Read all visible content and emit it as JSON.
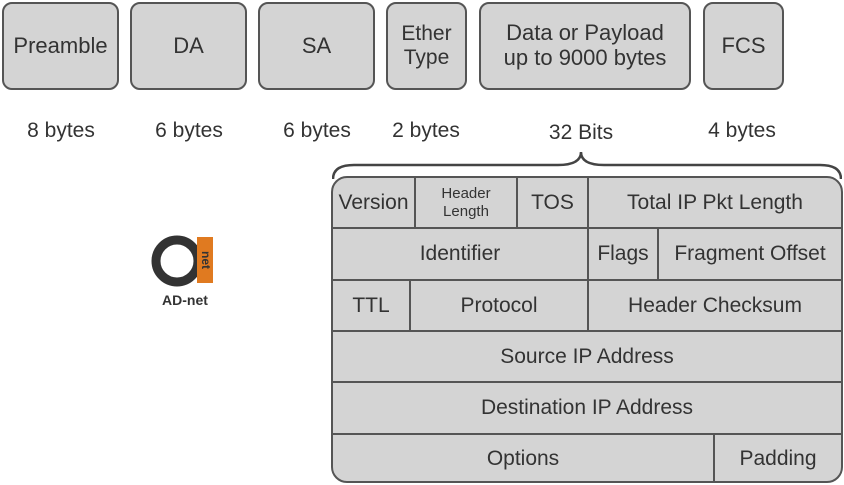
{
  "frame": {
    "fields": [
      {
        "label": "Preamble",
        "size": "8 bytes"
      },
      {
        "label": "DA",
        "size": "6 bytes"
      },
      {
        "label": "SA",
        "size": "6 bytes"
      },
      {
        "label_line1": "Ether",
        "label_line2": "Type",
        "size": "2 bytes"
      },
      {
        "label_line1": "Data or Payload",
        "label_line2": "up to 9000 bytes"
      },
      {
        "label": "FCS",
        "size": "4 bytes"
      }
    ]
  },
  "ip_header": {
    "width_label": "32 Bits",
    "version": "Version",
    "header_length_line1": "Header",
    "header_length_line2": "Length",
    "tos": "TOS",
    "total_length": "Total IP Pkt Length",
    "identifier": "Identifier",
    "flags": "Flags",
    "fragment_offset": "Fragment Offset",
    "ttl": "TTL",
    "protocol": "Protocol",
    "header_checksum": "Header Checksum",
    "source_ip": "Source IP Address",
    "destination_ip": "Destination IP Address",
    "options": "Options",
    "padding": "Padding"
  },
  "logo": {
    "mark_text": "net",
    "name": "AD-net"
  },
  "colors": {
    "box_fill": "#d4d4d4",
    "box_border": "#555555",
    "text": "#333333",
    "logo_orange": "#e07a20",
    "logo_dark": "#333333"
  }
}
